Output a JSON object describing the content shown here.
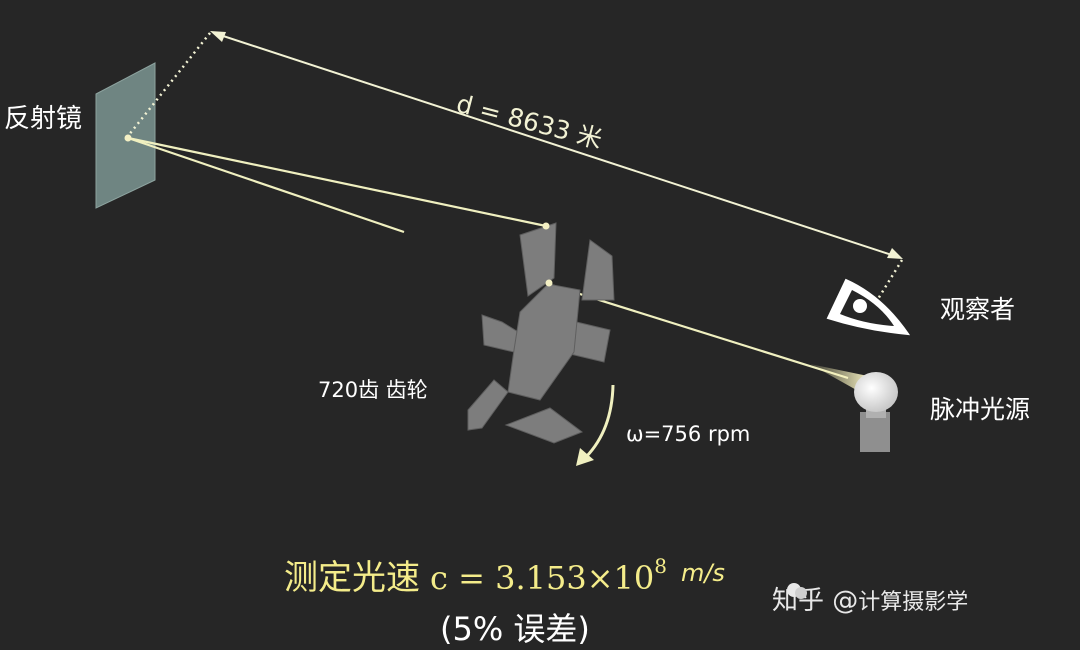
{
  "labels": {
    "mirror": "反射镜",
    "distance": "d = 8633 米",
    "observer": "观察者",
    "wheel": "720齿 齿轮",
    "omega": "ω=756 rpm",
    "source": "脉冲光源"
  },
  "result": {
    "prefix": "测定光速",
    "formula_base": "c = 3.153×10",
    "exponent": "8",
    "unit": "m/s",
    "error": "(5% 误差)"
  },
  "watermark": {
    "site": "知乎",
    "at": "@",
    "name": "计算摄影学"
  },
  "colors": {
    "background": "#262626",
    "beam": "#f0f0c0",
    "wheel": "#7d7d7d",
    "mirror": "#6f8582",
    "result_text": "#f4ec8a"
  }
}
